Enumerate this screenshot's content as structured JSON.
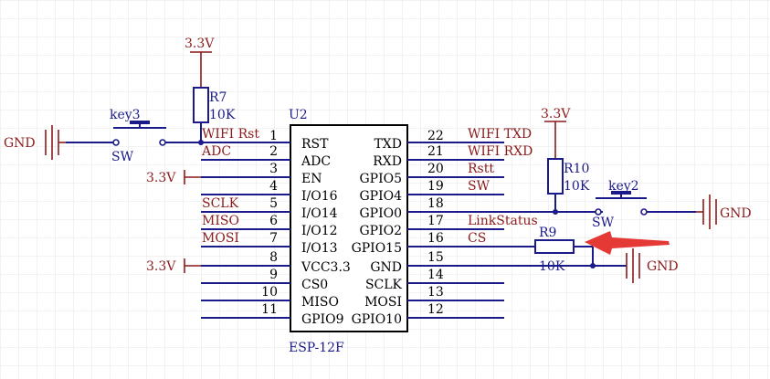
{
  "chip": {
    "ref": "U2",
    "part": "ESP-12F",
    "left_pins": [
      {
        "num": "1",
        "name": "RST"
      },
      {
        "num": "2",
        "name": "ADC"
      },
      {
        "num": "3",
        "name": "EN"
      },
      {
        "num": "4",
        "name": "I/O16"
      },
      {
        "num": "5",
        "name": "I/O14"
      },
      {
        "num": "6",
        "name": "I/O12"
      },
      {
        "num": "7",
        "name": "I/O13"
      },
      {
        "num": "8",
        "name": "VCC3.3"
      },
      {
        "num": "9",
        "name": "CS0"
      },
      {
        "num": "10",
        "name": "MISO"
      },
      {
        "num": "11",
        "name": "GPIO9"
      }
    ],
    "right_pins": [
      {
        "num": "22",
        "name": "TXD"
      },
      {
        "num": "21",
        "name": "RXD"
      },
      {
        "num": "20",
        "name": "GPIO5"
      },
      {
        "num": "19",
        "name": "GPIO4"
      },
      {
        "num": "18",
        "name": "GPIO0"
      },
      {
        "num": "17",
        "name": "GPIO2"
      },
      {
        "num": "16",
        "name": "GPIO15"
      },
      {
        "num": "15",
        "name": "GND"
      },
      {
        "num": "14",
        "name": "SCLK"
      },
      {
        "num": "13",
        "name": "MOSI"
      },
      {
        "num": "12",
        "name": "GPIO10"
      }
    ]
  },
  "nets": {
    "left": [
      "WIFI  Rst",
      "ADC",
      "",
      "",
      "SCLK",
      "MISO",
      "MOSI"
    ],
    "right": [
      "WIFI  TXD",
      "WIFI  RXD",
      "Rstt",
      "SW",
      "",
      "LinkStatus",
      "CS"
    ]
  },
  "power": {
    "vcc": "3.3V",
    "gnd": "GND"
  },
  "components": {
    "r7": {
      "ref": "R7",
      "value": "10K"
    },
    "r10": {
      "ref": "R10",
      "value": "10K"
    },
    "r9": {
      "ref": "R9",
      "value": "10K"
    },
    "key3": {
      "ref": "key3",
      "type": "SW"
    },
    "key2": {
      "ref": "key2",
      "type": "SW"
    }
  },
  "colors": {
    "wire": "#1a1a8a",
    "net_label": "#8b1a1a",
    "arrow": "#e53935",
    "grid": "#e6e6e6"
  }
}
